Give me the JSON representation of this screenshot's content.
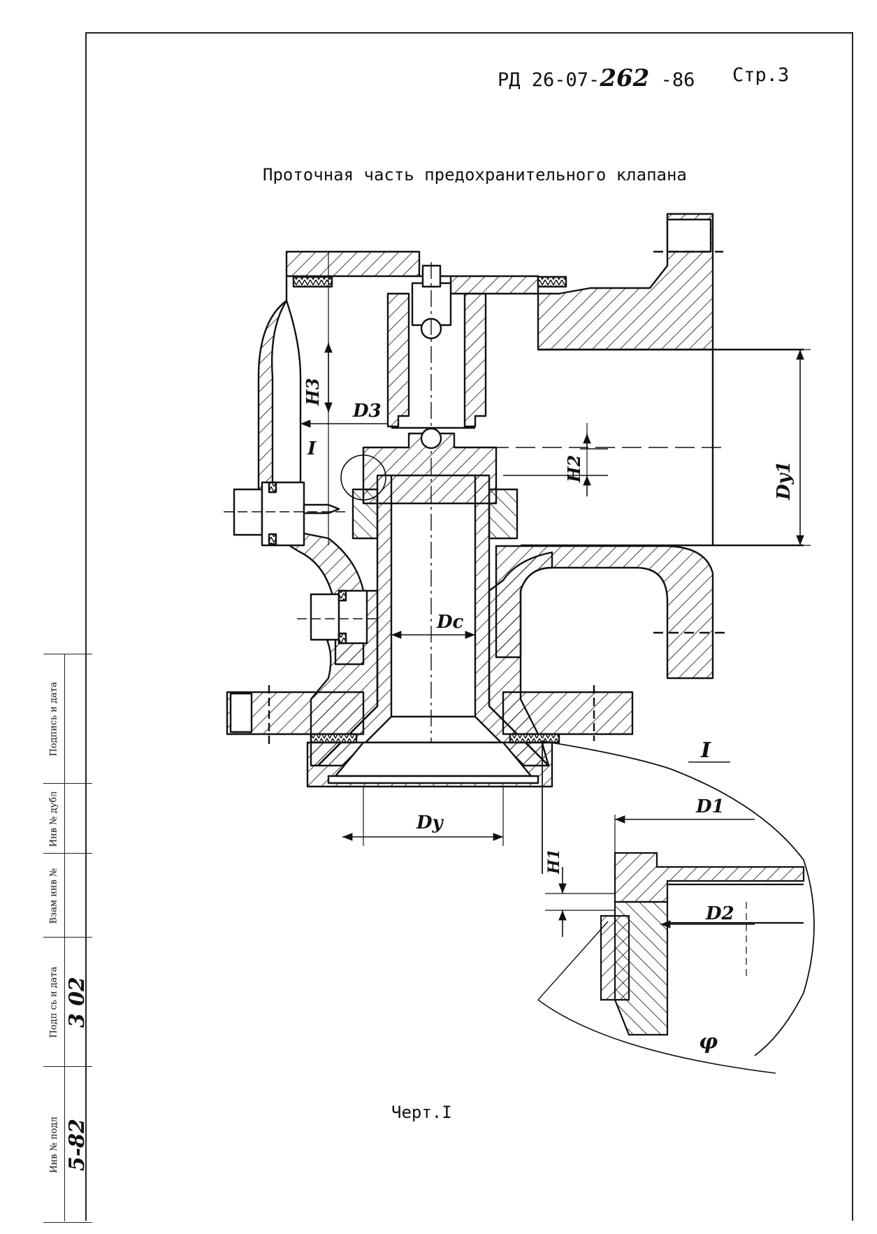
{
  "header": {
    "doc_prefix": "РД 26-07-",
    "doc_number": "262",
    "doc_suffix": "-86",
    "page_label": "Стр.3"
  },
  "title": "Проточная часть предохранительного клапана",
  "caption": "Черт.I",
  "labels": {
    "h3": "H3",
    "d3": "D3",
    "detail_mark": "I",
    "h2": "H2",
    "dy1": "Dy1",
    "dc": "Dc",
    "dy": "Dy",
    "detail_title": "I",
    "d1": "D1",
    "h1": "H1",
    "d2": "D2",
    "phi": "φ"
  },
  "stamp": {
    "col_inv_podl": "Инв № подл",
    "col_podp_data_1": "Подп сь и дата",
    "col_vzam_inv": "Взам инв №",
    "col_inv_dubl": "Инв № дубл",
    "col_podp_data_2": "Подпись и дата",
    "val_inv_podl": "5-82",
    "val_podp_data": "3 02"
  }
}
